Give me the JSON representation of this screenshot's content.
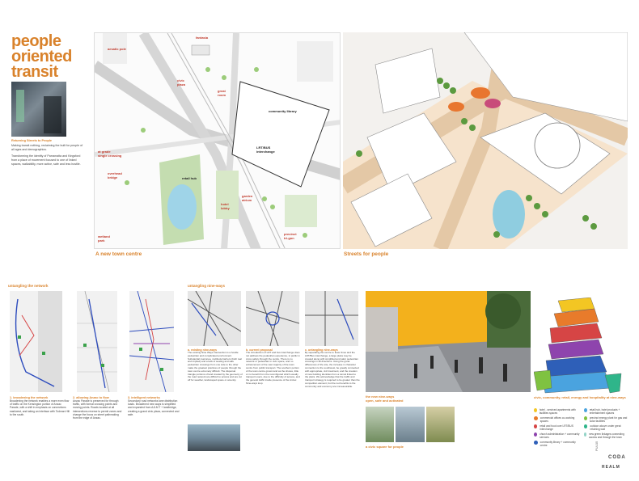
{
  "panel": {
    "title_line1": "people",
    "title_line2": "oriented",
    "title_line3": "transit",
    "photo_caption": "Returning Streets to People",
    "intro_p1": "Making transit nothing, reclaiming the built for people of all ages and demographics.",
    "intro_p2": "Transforming the identity of Parramatta and Kingsford from a place of movement focused to one of linked spaces, walkability, more active, safe and less hostile."
  },
  "left_map": {
    "caption": "A new town centre",
    "labels": {
      "aesatic_pole": "aesatic pole",
      "fantasia": "fantasia",
      "civic_plaza": "civic\nplaza",
      "great_room": "great\nroom",
      "community_library": "community library",
      "at_grade": "at grade\nsingle crossing",
      "overhead_bridge": "overhead\nbridge",
      "retail_hub": "retail hub",
      "lrt_bus": "LRT/BUS\ninterchange",
      "hotel_lobby": "hotel\nlobby",
      "garden_atrium": "garden\natrium",
      "wetland_park": "wetland\npark",
      "precinct_tri_gon": "precinct\ntri-gon"
    }
  },
  "right_map": {
    "caption": "Streets for people"
  },
  "untangling": {
    "title": "untangling the network",
    "step1_title": "1. broadening the network",
    "step1_text": "Broadening the network enables a more even flow of traffic on the Kensington portion of Anzac Parade, with a shift in emphasis on connections east/west, and taking an interface with Todman Hill to the south.",
    "step2_title": "2. allowing Anzac to flow",
    "step2_text": "Anzac Parade is preserved for through traffic, with formal crossing points and moving points. Roads located at all intersections reverse to permit zones and change the focus on street pathmaking from the edge of Anzac.",
    "step3_title": "3. intelligent networks",
    "step3_text": "Secondary road networks lane distribution loads. Broadened new ways is simplified and expanded from AJLM T + landbridge, creating a grand civic plaza, connected and safe."
  },
  "nineways": {
    "title": "untangling nine-ways",
    "a_title": "a. existing nine-ways",
    "a_text": "The existing Nine Ways intersection is a hostile pedestrian and complicated environment. Substantial road area, multitude barriers (both real and implied) and a lack of seating and safe pedestrian crossings from one side to the other make the greatest practices of people through the town centre extremely difficult. The dispersal triangle portions of land created by the geometry of the road network are difficult to access and are cut off for weather, landscaped space or amenity.",
    "b_title": "b. current proposal",
    "b_text": "The introduction of LRT and bus interchange does not address the pedestrian experience, in public in cross safety through the centre. There is no network or pedestrian in civic space, and no enhancement of the vast majority of the town centre from public transport. The southern portion of the town centre grows land as the shares, little or no benefit from the reconfigured which usually transport users, due to the difficulty of access, and the general traffic inside presence of the Anzac Nine-ways loop.",
    "c_title": "c. untangling nine-ways",
    "c_text": "By separating the centre to fewer lines and the LRT/Bus interchange, a large plaza may be created along with simplified and safer pedestrian crossings in all directions. Using the great differences of the site, the increase in character connection to the southwest, be greatly connected with appropriate, civil treatment, and the creation of new building identities from a tunnel linked to the plaza. We acknowledge that the traffic and transport strategy is required to be greater than the competition element, but the net benefits to the community and economy are immeasurable."
  },
  "civic_square": {
    "caption1": "the new nine-ways\nopen, safe and activated",
    "caption2": "a civic square for people"
  },
  "hospitality": {
    "title": "civic, community, retail, energy and hospitality at nine-ways",
    "legend": [
      {
        "color": "#f3c623",
        "text": "hotel - serviced apartments with facilities spaces"
      },
      {
        "color": "#e87b2b",
        "text": "commercial offices co-working spaces"
      },
      {
        "color": "#d64545",
        "text": "retail and food core LRT/BUS interchange"
      },
      {
        "color": "#8e44ad",
        "text": "church administration + community services"
      },
      {
        "color": "#2e5fb8",
        "text": "community library + community centre"
      },
      {
        "color": "#4aa3df",
        "text": "retail hub, hotel products + entertainment spaces"
      },
      {
        "color": "#7fc241",
        "text": "precinct energy plant for gas and solar facilities"
      },
      {
        "color": "#2fb58a",
        "text": "outdoor alcove under great retaining wall"
      },
      {
        "color": "#93d3c7",
        "text": "new green linkages connecting access and through the town"
      }
    ]
  },
  "footer": {
    "sheet_no": "PUL05",
    "logo1": "CODA",
    "logo2": "REALM"
  }
}
